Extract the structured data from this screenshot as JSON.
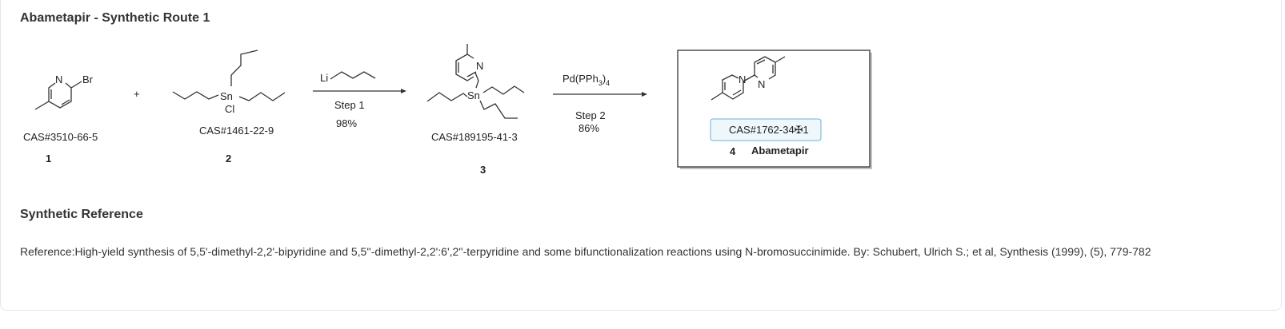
{
  "title": "Abametapir - Synthetic Route 1",
  "scheme": {
    "plus": "+",
    "compounds": [
      {
        "number": "1",
        "cas": "CAS#3510-66-5",
        "atoms": [
          "N",
          "Br"
        ]
      },
      {
        "number": "2",
        "cas": "CAS#1461-22-9",
        "atoms": [
          "Sn",
          "Cl"
        ]
      },
      {
        "number": "3",
        "cas": "CAS#189195-41-3",
        "atoms": [
          "N",
          "Sn"
        ]
      },
      {
        "number": "4",
        "cas": "CAS#1762-34✠1",
        "name": "Abametapir",
        "atoms": [
          "N",
          "N"
        ]
      }
    ],
    "steps": [
      {
        "reagent": "Li",
        "label": "Step 1",
        "yield": "98%"
      },
      {
        "reagent": "Pd(PPh",
        "reagent_sub1": "3",
        "reagent_tail": ")",
        "reagent_sub2": "4",
        "label": "Step 2",
        "yield": "86%"
      }
    ]
  },
  "reference": {
    "heading": "Synthetic Reference",
    "text": "Reference:High-yield synthesis of 5,5'-dimethyl-2,2'-bipyridine and 5,5''-dimethyl-2,2':6',2''-terpyridine and some bifunctionalization reactions using N-bromosuccinimide. By: Schubert, Ulrich S.; et al, Synthesis (1999), (5), 779-782"
  }
}
